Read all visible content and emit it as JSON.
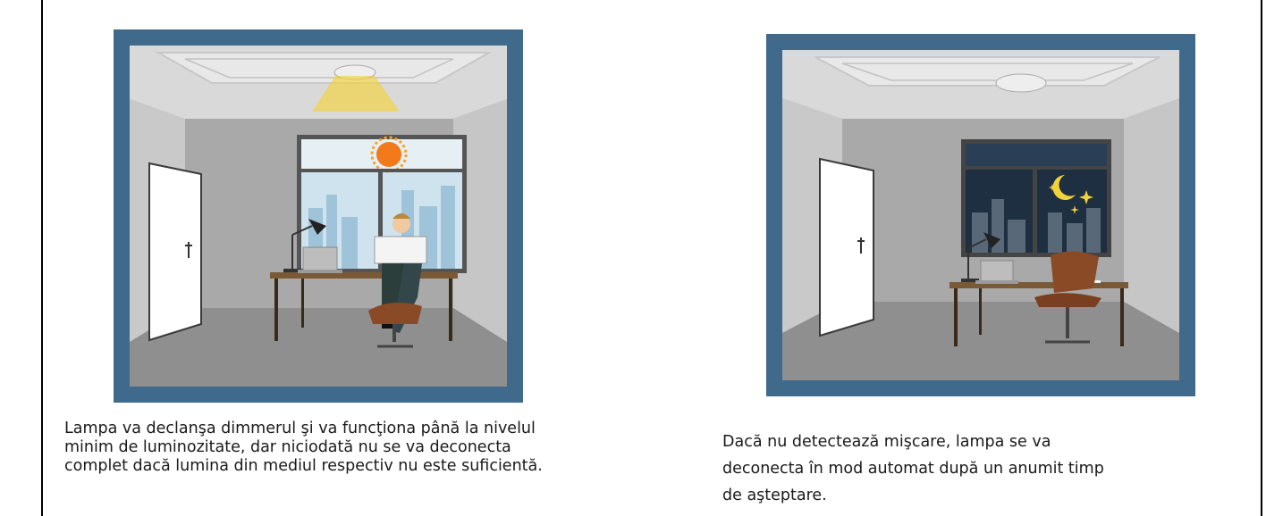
{
  "scenes": {
    "left": {
      "name": "daytime-office",
      "ceiling_lamp": "on",
      "window_view": "day-city-with-sun",
      "person_present": true
    },
    "right": {
      "name": "nighttime-office",
      "ceiling_lamp": "off",
      "window_view": "night-city-with-moon",
      "person_present": false
    }
  },
  "captions": {
    "left": {
      "line1": "Lampa va declanşa dimmerul şi va funcţiona până la nivelul",
      "line2": "minim de luminozitate, dar niciodată nu se va deconecta",
      "line3": "complet dacă lumina din mediul respectiv nu este suficientă."
    },
    "right": {
      "line1": "Dacă nu detectează mişcare, lampa se va",
      "line2": "deconecta în mod automat după un anumit timp",
      "line3": "de aşteptare."
    }
  },
  "colors": {
    "frame": "#3f6a8c",
    "wall": "#b9b9b9",
    "floor": "#8f8f8f",
    "lamp_glow": "#f2d23a",
    "sun": "#f27a1a",
    "moon": "#f2d23a"
  },
  "icons": [
    "lamp-light-icon",
    "sun-icon",
    "moon-icon",
    "star-icon",
    "door-handle-icon",
    "desk-lamp-icon",
    "laptop-icon",
    "chair-icon",
    "person-reading-icon"
  ]
}
